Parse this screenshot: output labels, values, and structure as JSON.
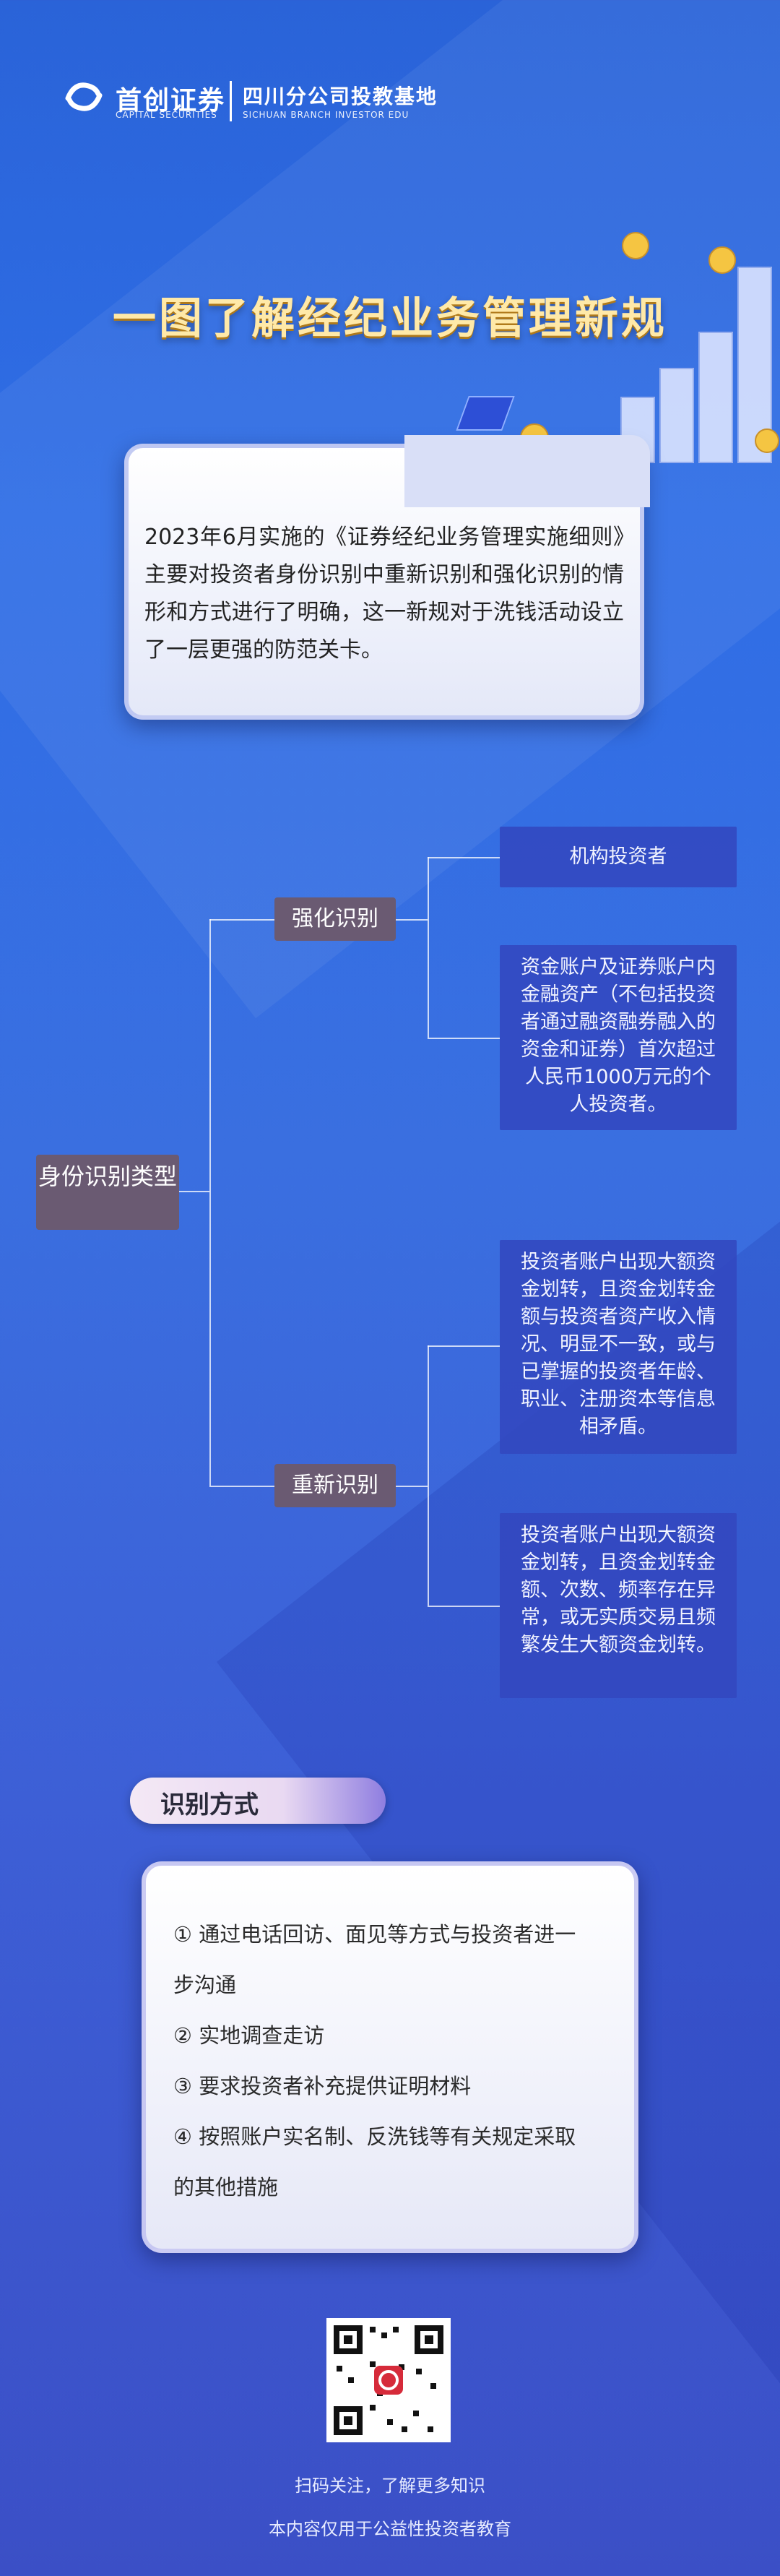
{
  "header": {
    "brand_cn": "首创证券",
    "brand_en": "CAPITAL SECURITIES",
    "branch_cn": "四川分公司投教基地",
    "branch_en": "SICHUAN BRANCH INVESTOR EDU"
  },
  "title": "一图了解经纪业务管理新规",
  "intro": "2023年6月实施的《证券经纪业务管理实施细则》主要对投资者身份识别中重新识别和强化识别的情形和方式进行了明确，这一新规对于洗钱活动设立了一层更强的防范关卡。",
  "tree": {
    "root": "身份识别类型",
    "branches": [
      {
        "label": "强化识别",
        "leaves": [
          "机构投资者",
          "资金账户及证券账户内金融资产（不包括投资者通过融资融券融入的资金和证券）首次超过人民币1000万元的个人投资者。"
        ]
      },
      {
        "label": "重新识别",
        "leaves": [
          "投资者账户出现大额资金划转，且资金划转金额与投资者资产收入情况、明显不一致，或与已掌握的投资者年龄、职业、注册资本等信息相矛盾。",
          "投资者账户出现大额资金划转，且资金划转金额、次数、频率存在异常，或无实质交易且频繁发生大额资金划转。"
        ]
      }
    ]
  },
  "methods": {
    "title": "识别方式",
    "items": [
      "① 通过电话回访、面见等方式与投资者进一",
      "步沟通",
      "② 实地调查走访",
      "③ 要求投资者补充提供证明材料",
      "④ 按照账户实名制、反洗钱等有关规定采取",
      "的其他措施"
    ]
  },
  "footer": {
    "scan": "扫码关注，了解更多知识",
    "notice": "本内容仅用于公益性投资者教育"
  },
  "colors": {
    "background": "#2f6ee6",
    "node": "#6a5a72",
    "leaf": "#3246be",
    "title": "#ffe9a8"
  }
}
